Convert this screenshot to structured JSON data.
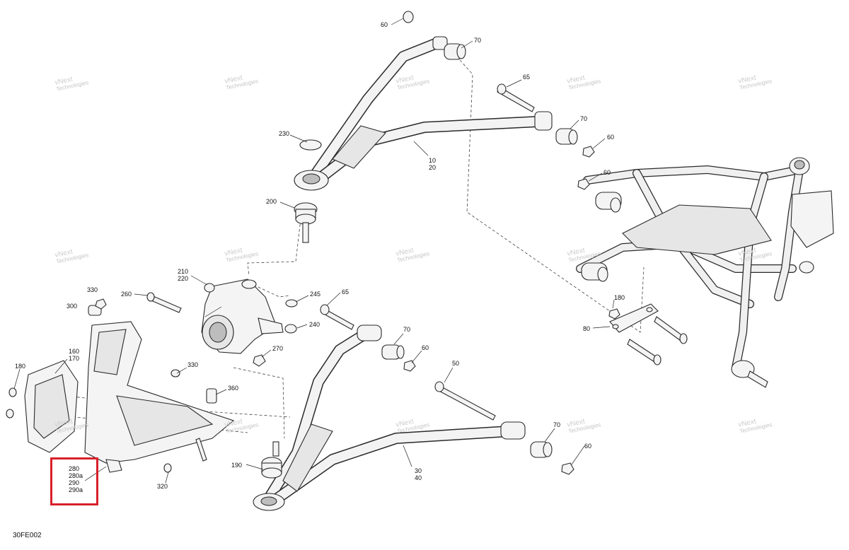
{
  "diagram_code": "30FE002",
  "watermark": {
    "line1": "vNext",
    "line2": "Technologies",
    "full": "vNext Technologies"
  },
  "highlight_color": "#d8202a",
  "callouts": {
    "c60_top": "60",
    "c70_top": "70",
    "c65_top": "65",
    "c70_mid": "70",
    "c60_mid": "60",
    "c230": "230",
    "c10": "10",
    "c20": "20",
    "c60_right": "60",
    "c200": "200",
    "c210": "210",
    "c220": "220",
    "c260": "260",
    "c245": "245",
    "c65_mid": "65",
    "c240": "240",
    "c330_a": "330",
    "c300": "300",
    "c180_right": "180",
    "c80": "80",
    "c70_lower": "70",
    "c270": "270",
    "c60_lower": "60",
    "c160": "160",
    "c170": "170",
    "c180_left": "180",
    "c330_b": "330",
    "c50": "50",
    "c360": "360",
    "c70_bottom": "70",
    "c60_bottom": "60",
    "c190": "190",
    "c30": "30",
    "c40": "40",
    "c320": "320",
    "c280": "280",
    "c280a": "280a",
    "c290": "290",
    "c290a": "290a"
  }
}
